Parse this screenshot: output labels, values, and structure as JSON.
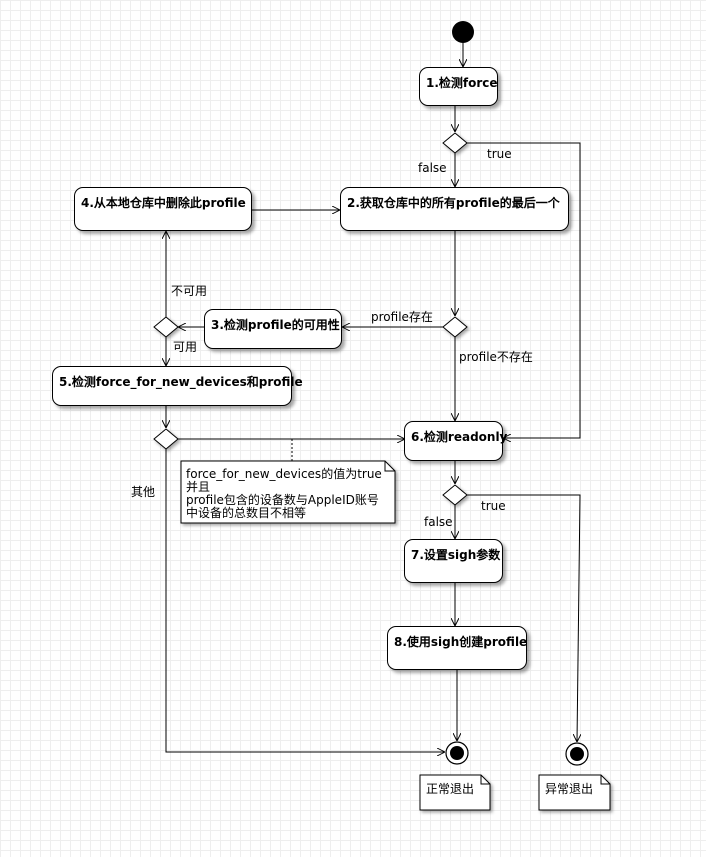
{
  "nodes": {
    "n1": "1.检测force",
    "n2": "2.获取仓库中的所有profile的最后一个",
    "n3": "3.检测profile的可用性",
    "n4": "4.从本地仓库中删除此profile",
    "n5": "5.检测force_for_new_devices和profile",
    "n6": "6.检测readonly",
    "n7": "7.设置sigh参数",
    "n8": "8.使用sigh创建profile"
  },
  "edge_labels": {
    "true1": "true",
    "false1": "false",
    "profile_exists": "profile存在",
    "profile_missing": "profile不存在",
    "unavailable": "不可用",
    "available": "可用",
    "other": "其他",
    "true2": "true",
    "false2": "false"
  },
  "notes": {
    "condition_lines": [
      "force_for_new_devices的值为true",
      "并且",
      "profile包含的设备数与AppleID账号",
      "中设备的总数目不相等"
    ],
    "normal_exit": "正常退出",
    "abnormal_exit": "异常退出"
  }
}
